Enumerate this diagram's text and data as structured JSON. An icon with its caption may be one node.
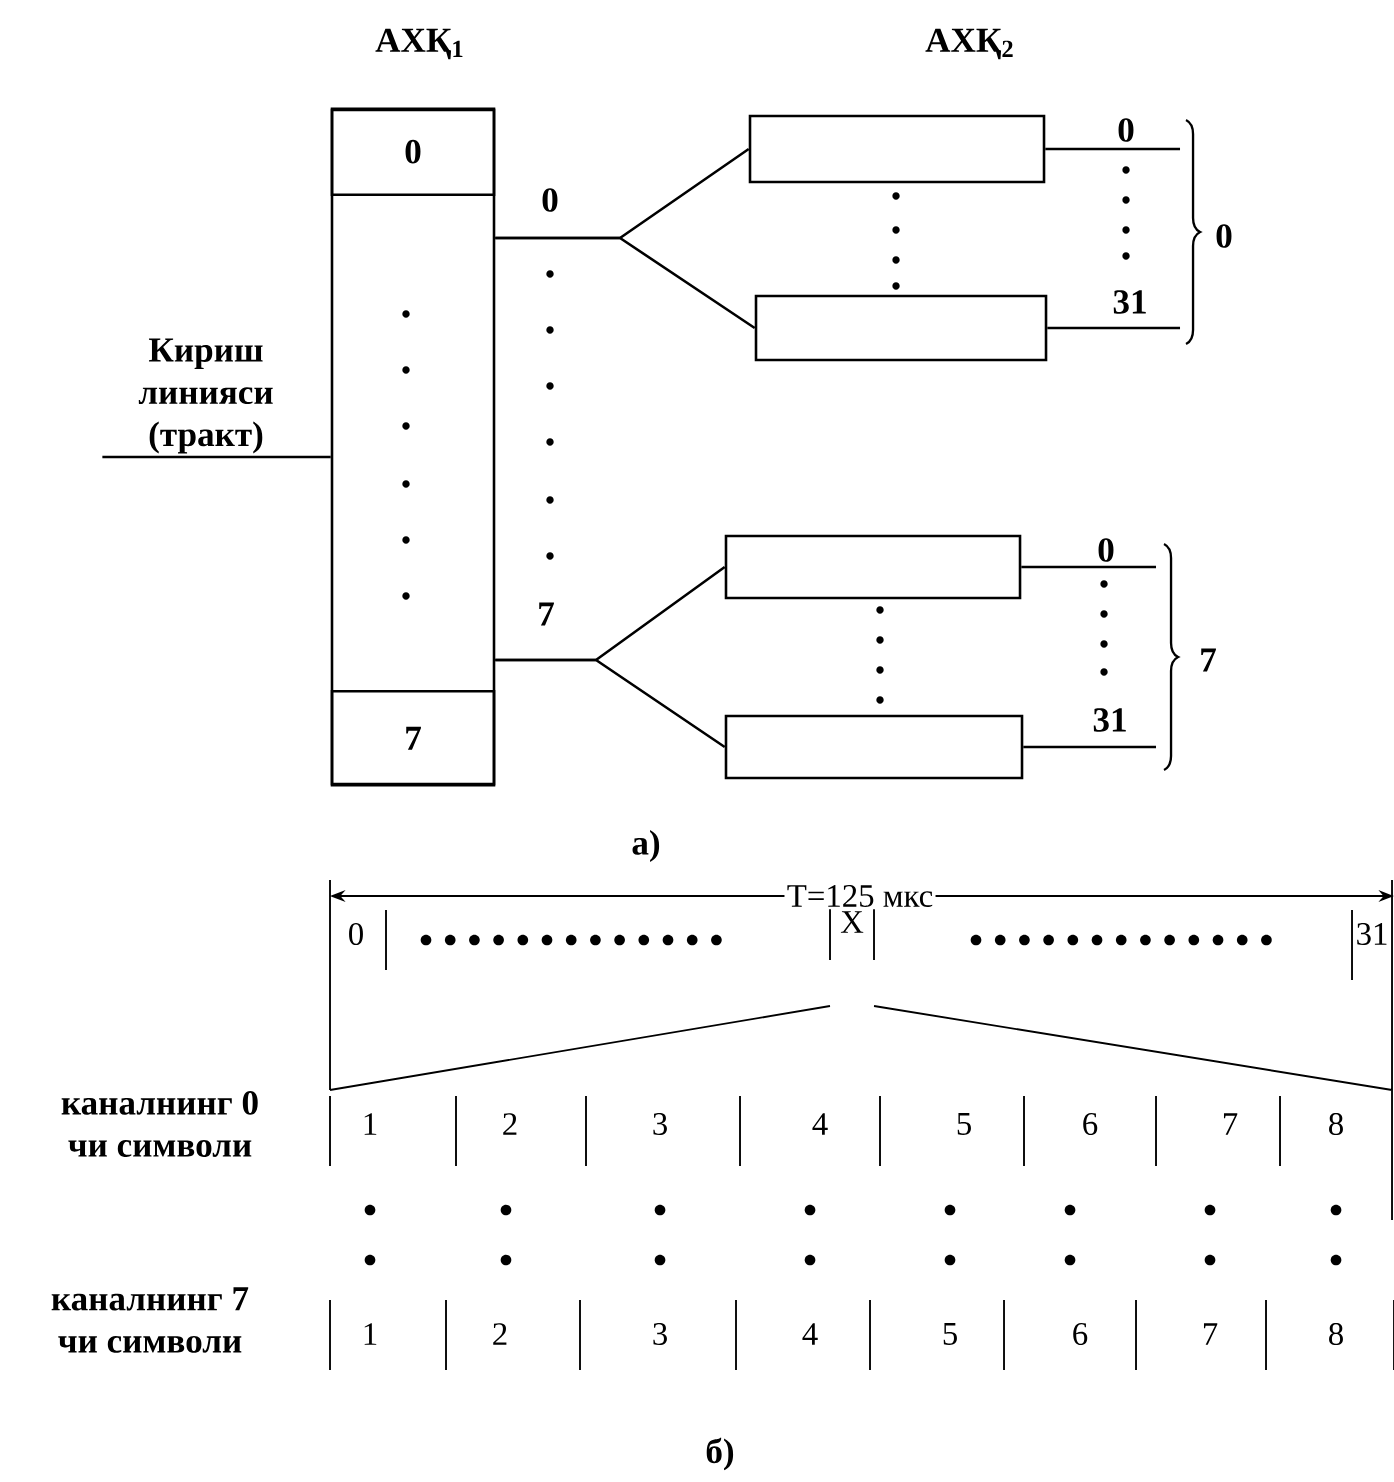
{
  "diagram": {
    "nodes": [
      {
        "text": [
          "АХҚ$_{1}$"
        ]
      },
      {
        "text": [
          "0"
        ],
        "in": 0
      },
      {
        "text": [
          "7"
        ],
        "in": 0
      },
      {
        "text": [],
        "shape": "box"
      },
      {
        "text": [],
        "shape": "box"
      },
      {
        "text": [],
        "shape": "box"
      },
      {
        "text": [],
        "shape": "box"
      },
      {
        "text": [
          "Кириш линияси (тракт)"
        ]
      }
    ],
    "edges": [
      {
        "from": 7,
        "to": 0,
        "arrow": "none"
      },
      {
        "from": 0,
        "to": 3,
        "arrow": "none"
      },
      {
        "from": 0,
        "to": 4,
        "arrow": "none"
      },
      {
        "from": 0,
        "to": 5,
        "arrow": "none"
      },
      {
        "from": 0,
        "to": 6,
        "arrow": "none"
      },
      {
        "from": 3,
        "to": null,
        "arrow": "none"
      },
      {
        "from": 4,
        "to": null,
        "arrow": "none"
      },
      {
        "from": 5,
        "to": null,
        "arrow": "none"
      },
      {
        "from": 6,
        "to": null,
        "arrow": "none"
      }
    ],
    "labels": [
      "АХҚ$_{2}$",
      "0",
      "7",
      "0",
      "31",
      "0",
      "0",
      "31",
      "7",
      "а)",
      "T=125 мкс",
      "0",
      "X",
      "31",
      "каналнинг 0 чи символи",
      "1",
      "2",
      "3",
      "4",
      "5",
      "6",
      "7",
      "8",
      "каналнинг 7 чи символи",
      "1",
      "2",
      "3",
      "4",
      "5",
      "6",
      "7",
      "8",
      "б)"
    ]
  }
}
